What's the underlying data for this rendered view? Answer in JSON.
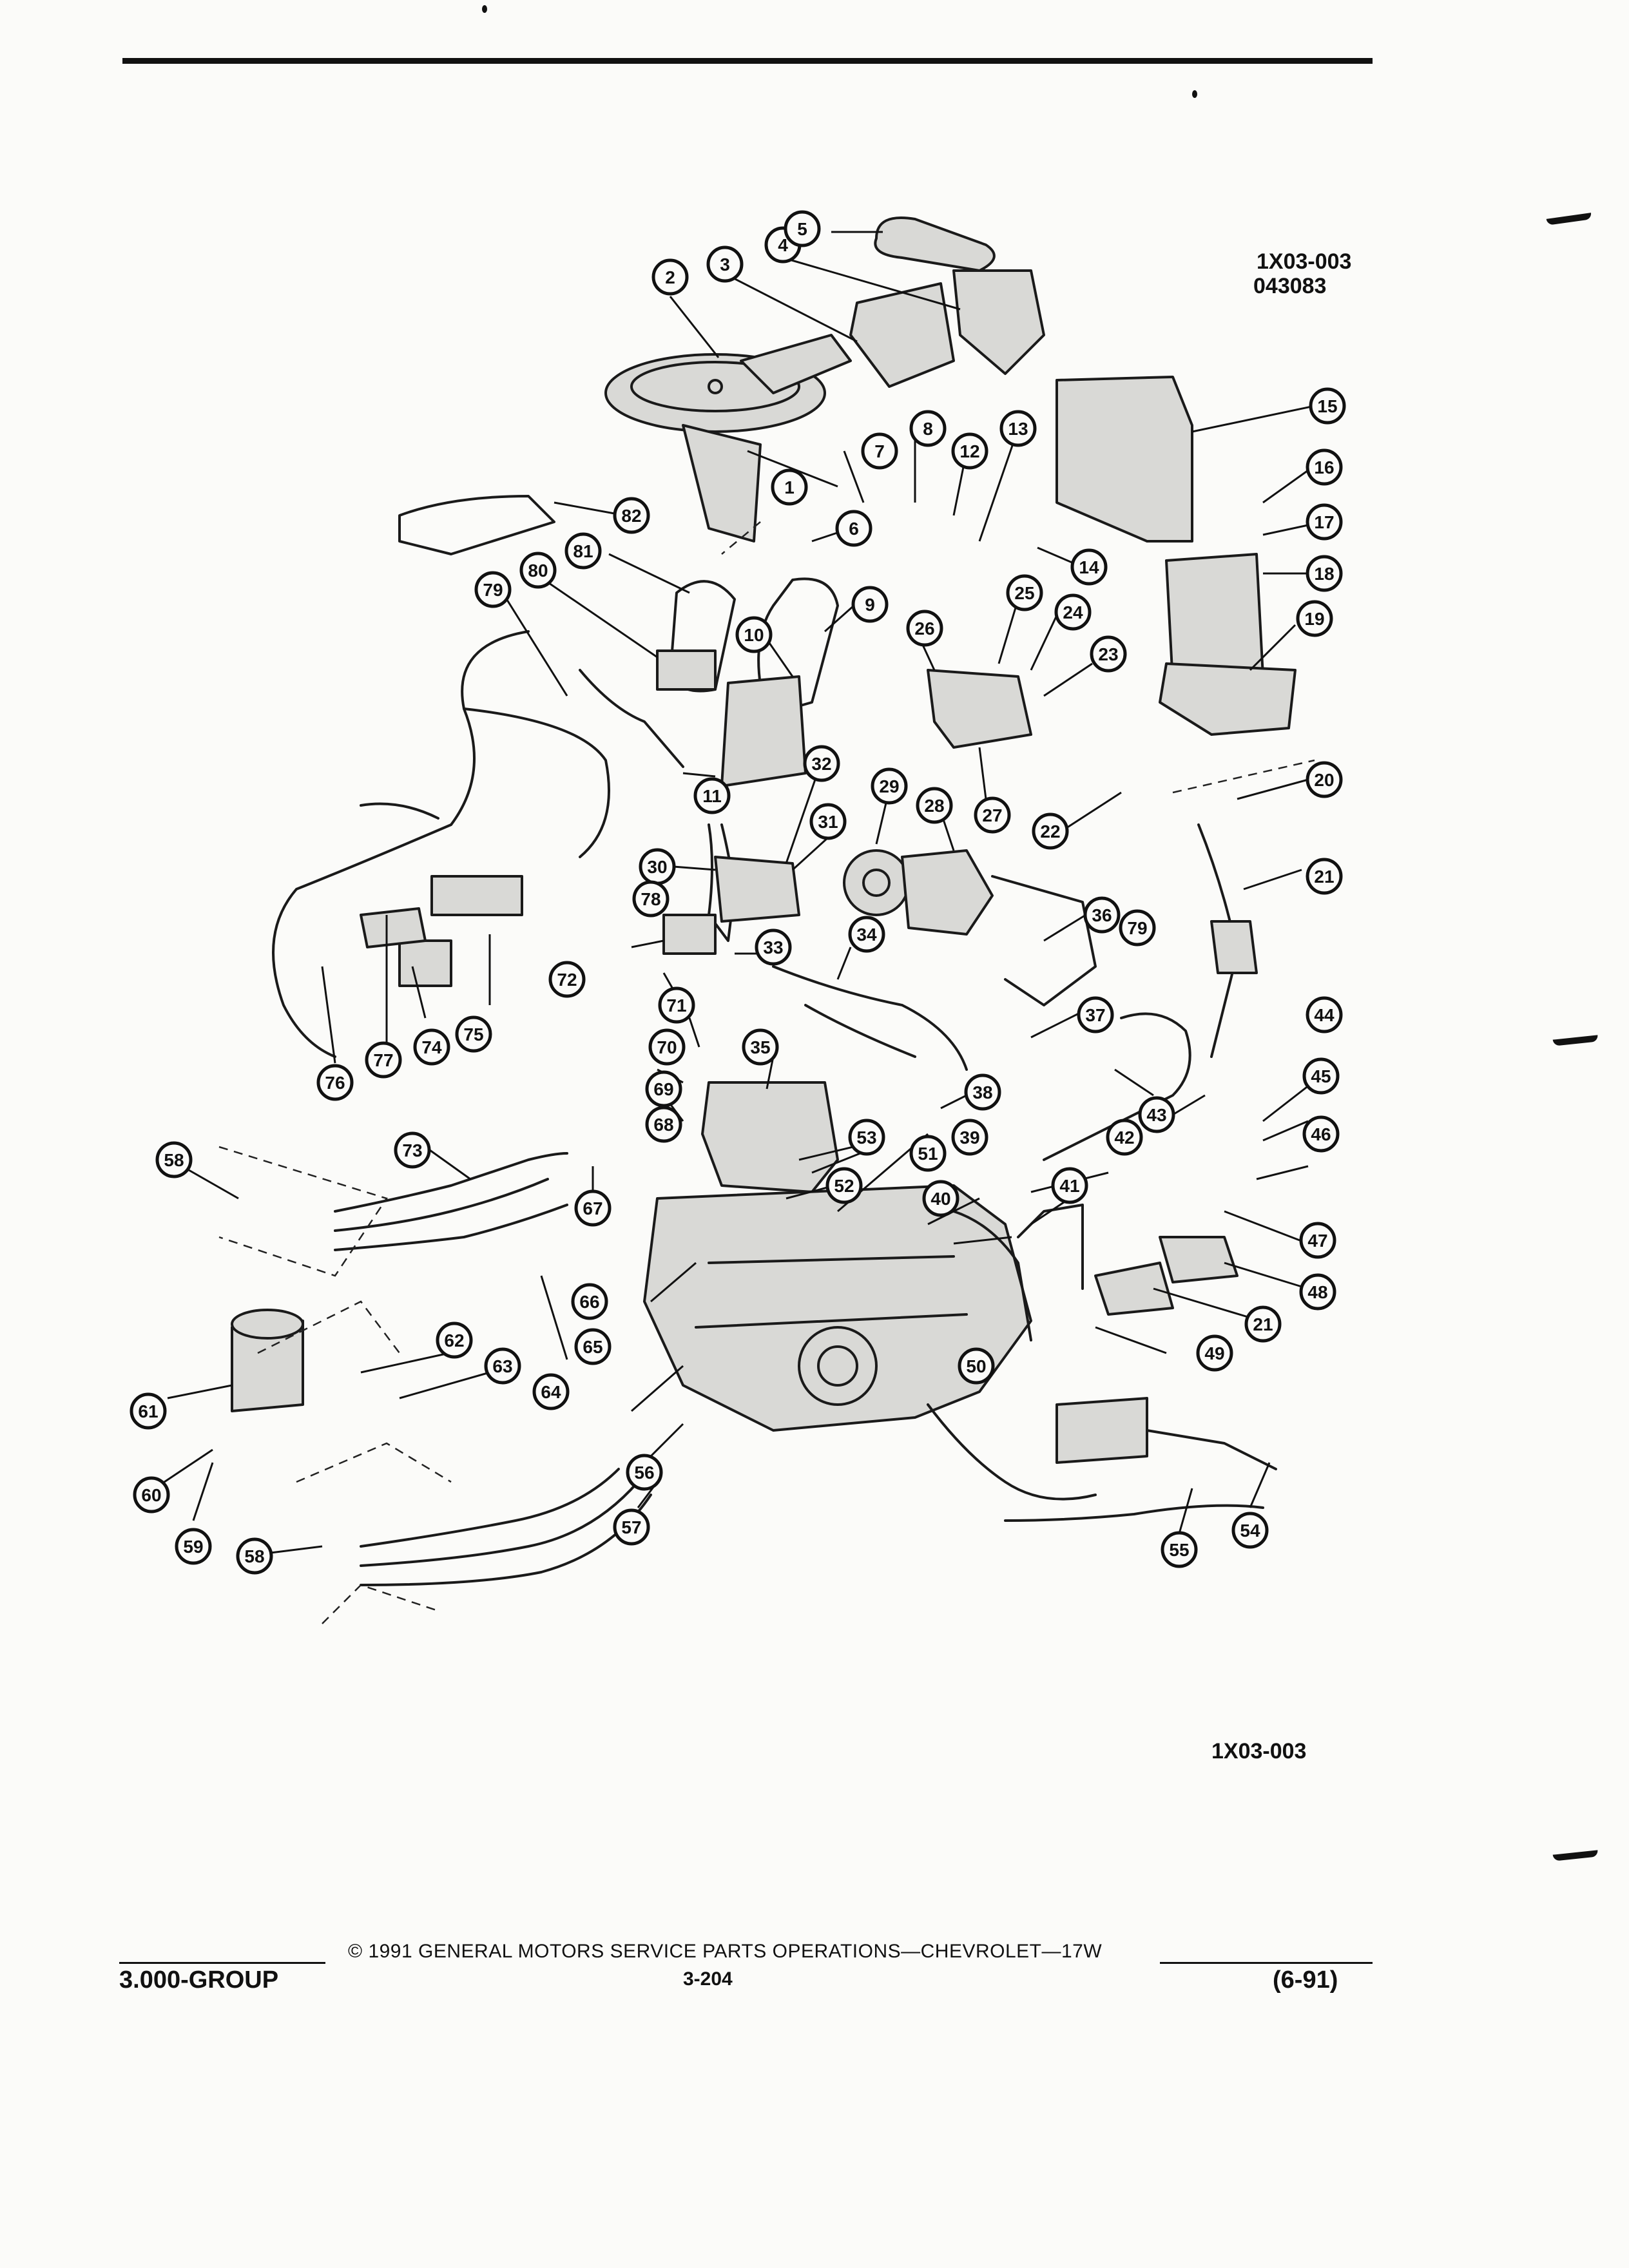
{
  "header": {
    "figure_code": "1X03-003",
    "figure_date_code": "043083"
  },
  "figure": {
    "code_bottom": "1X03-003",
    "callouts": [
      "1",
      "2",
      "3",
      "4",
      "5",
      "6",
      "7",
      "8",
      "9",
      "10",
      "11",
      "12",
      "13",
      "14",
      "15",
      "16",
      "17",
      "18",
      "19",
      "20",
      "21",
      "21",
      "22",
      "23",
      "24",
      "25",
      "26",
      "27",
      "28",
      "29",
      "30",
      "31",
      "32",
      "33",
      "34",
      "35",
      "36",
      "37",
      "38",
      "39",
      "40",
      "41",
      "42",
      "43",
      "44",
      "45",
      "46",
      "47",
      "48",
      "49",
      "50",
      "51",
      "52",
      "53",
      "54",
      "55",
      "56",
      "57",
      "58",
      "58",
      "59",
      "60",
      "61",
      "62",
      "63",
      "64",
      "65",
      "66",
      "67",
      "68",
      "69",
      "70",
      "71",
      "72",
      "73",
      "74",
      "75",
      "76",
      "77",
      "78",
      "79",
      "79",
      "80",
      "81",
      "82"
    ]
  },
  "footer": {
    "copyright": "© 1991 GENERAL MOTORS SERVICE PARTS OPERATIONS—CHEVROLET—17W",
    "group": "3.000-GROUP",
    "page": "3-204",
    "revision": "(6-91)"
  }
}
